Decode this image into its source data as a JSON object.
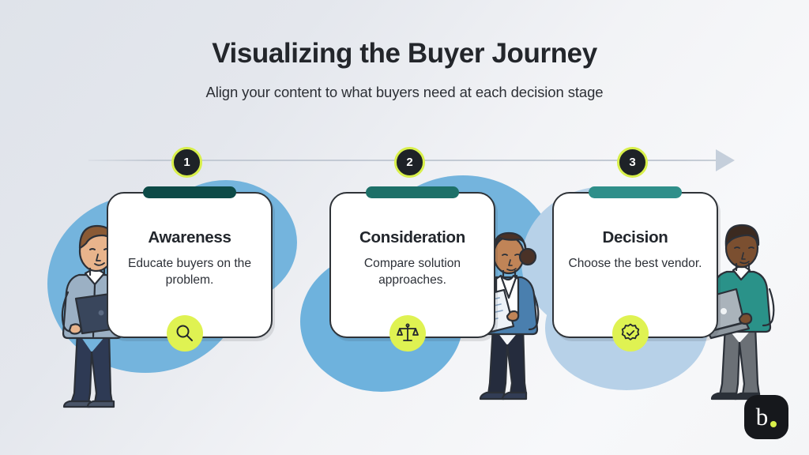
{
  "header": {
    "title": "Visualizing the Buyer Journey",
    "subtitle": "Align your content to what buyers need at each decision stage"
  },
  "timeline": {
    "arrow_name": "journey-arrow",
    "line_color": "#c3cad4",
    "arrow_color": "#c5cfdb"
  },
  "theme": {
    "background_start": "#dfe3ea",
    "background_end": "#f7f8fa",
    "accent_lime": "#dff252",
    "badge_dark": "#1e2227",
    "card_outline": "#2f3338",
    "blob_blue": "#74b4dd",
    "blob_blue_light": "#b7d1e8",
    "text_dark": "#22262c"
  },
  "stages": [
    {
      "number": "1",
      "name": "Awareness",
      "description": "Educate buyers on the problem.",
      "bar_color": "#0d4a47",
      "icon": "magnifier-icon"
    },
    {
      "number": "2",
      "name": "Consideration",
      "description": "Compare solution approaches.",
      "bar_color": "#1d7068",
      "icon": "balance-scale-icon"
    },
    {
      "number": "3",
      "name": "Decision",
      "description": "Choose the best vendor.",
      "bar_color": "#2f8f8a",
      "icon": "verified-badge-icon"
    }
  ],
  "people": [
    {
      "name": "person-with-tablet",
      "shirt": "#9bb0c4",
      "pants": "#2e3a54",
      "hair": "#8a5a35",
      "skin": "#e8b48c",
      "device": "#39465c"
    },
    {
      "name": "person-with-document",
      "shirt": "#4a7fae",
      "pants": "#252c3d",
      "hair": "#4a3227",
      "skin": "#c08457",
      "device": "#eef3f8"
    },
    {
      "name": "person-with-laptop",
      "shirt": "#2a9289",
      "pants": "#6b7076",
      "hair": "#3b2a20",
      "skin": "#7b4f30",
      "device": "#aab3bb"
    }
  ],
  "logo": {
    "letter": "b",
    "name": "brand-logo"
  }
}
